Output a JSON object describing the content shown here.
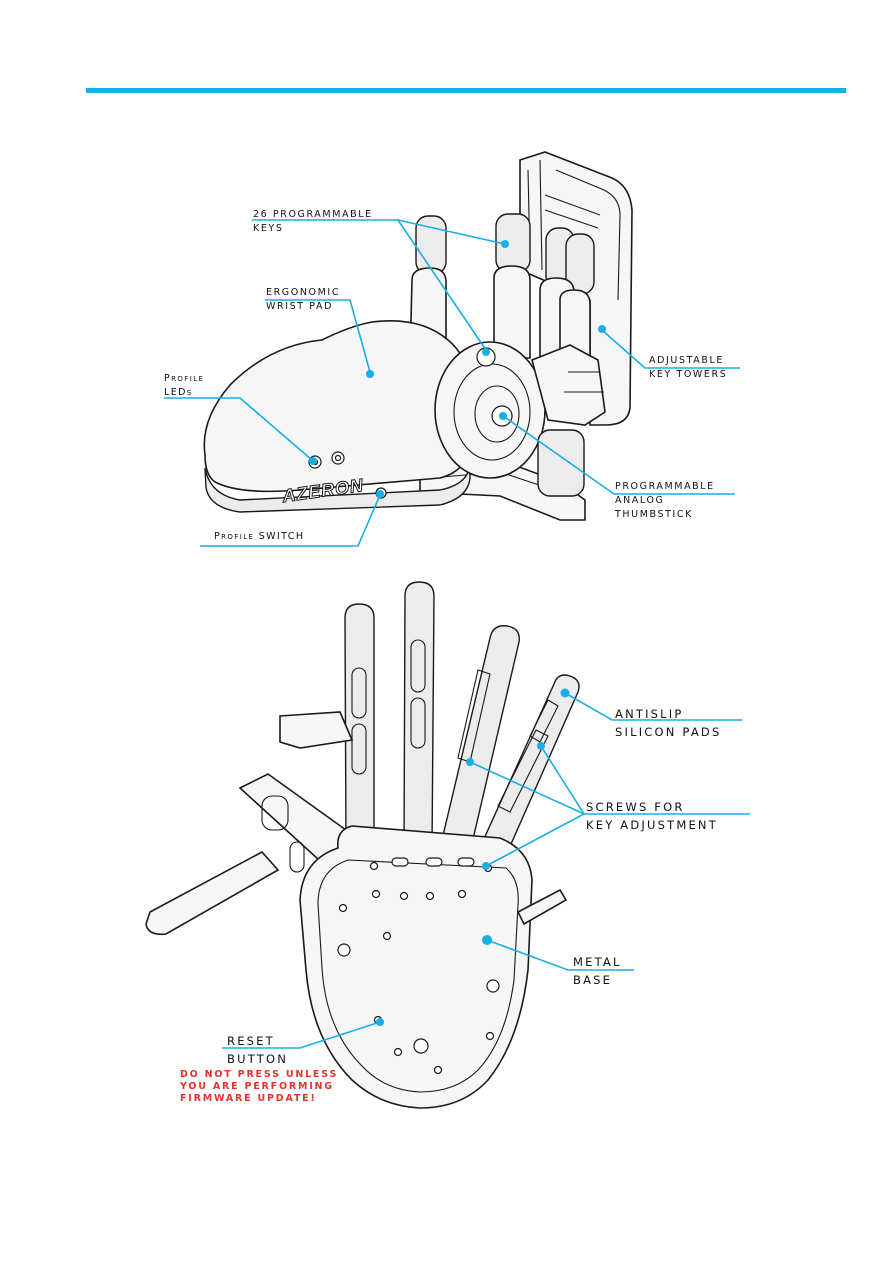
{
  "colors": {
    "accent": "#19aee6",
    "warning": "#e8322b",
    "line_art": "#1a1a1a"
  },
  "logo_text": "AZERON",
  "top_view": {
    "programmable_keys": "26 PROGRAMMABLE\nKEYS",
    "wrist_pad": "ERGONOMIC\nWRIST PAD",
    "profile_leds": "Profile\nLEDs",
    "profile_switch": "Profile SWITCH",
    "key_towers": "ADJUSTABLE\nKEY TOWERS",
    "thumbstick": "PROGRAMMABLE\nANALOG\nTHUMBSTICK"
  },
  "bottom_view": {
    "antislip": "ANTISLIP\nSILICON PADS",
    "screws": "SCREWS FOR\nKEY ADJUSTMENT",
    "metal_base": "METAL\nBASE",
    "reset": "RESET\nBUTTON",
    "warning": "DO NOT PRESS UNLESS\nYOU ARE PERFORMING\nFIRMWARE UPDATE!"
  }
}
